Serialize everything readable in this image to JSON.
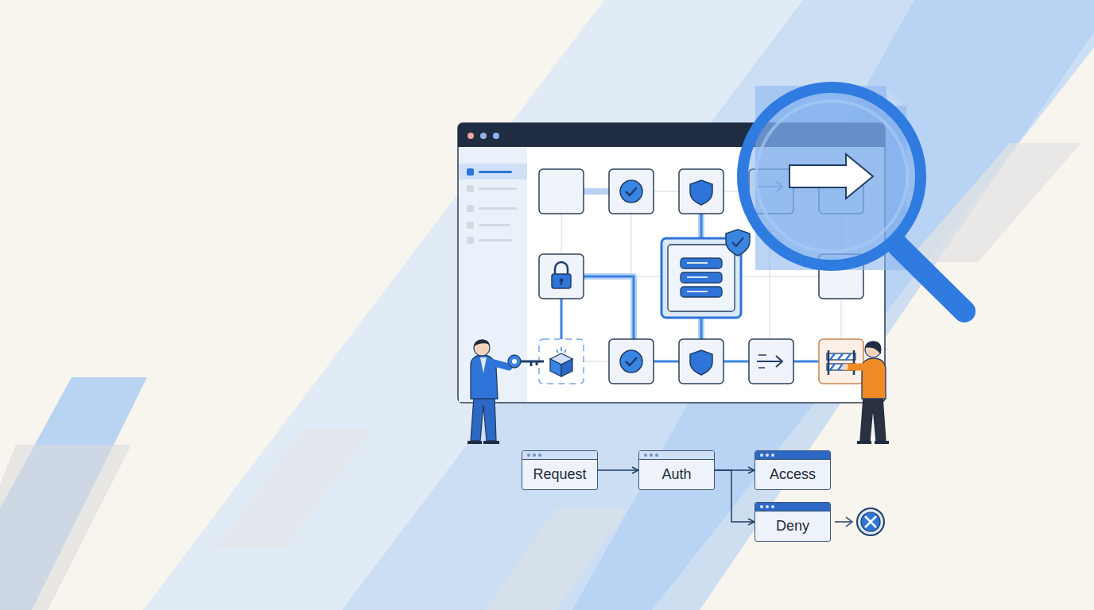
{
  "diagram": {
    "nodes": [
      {
        "text": [
          "Request"
        ]
      },
      {
        "text": [
          "Auth"
        ]
      },
      {
        "text": [
          "Access"
        ]
      },
      {
        "text": [
          "Deny"
        ]
      }
    ],
    "edges": [
      {
        "from": 0,
        "to": 1,
        "arrow": "to"
      },
      {
        "from": 1,
        "to": 2,
        "arrow": "to"
      },
      {
        "from": 1,
        "to": 3,
        "arrow": "to"
      }
    ]
  }
}
